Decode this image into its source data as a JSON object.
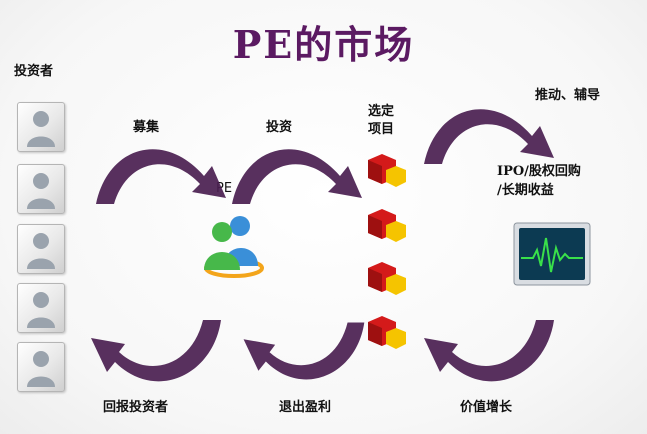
{
  "title": "PE的市场",
  "labels": {
    "investors": "投资者",
    "fundraise": "募集",
    "invest": "投资",
    "select_line1": "选定",
    "select_line2": "项目",
    "promote": "推动、辅导",
    "pe": "PE",
    "exit_line1": "IPO/股权回购",
    "exit_line2": "/长期收益",
    "return_investors": "回报投资者",
    "exit_profit": "退出盈利",
    "value_growth": "价值增长"
  },
  "colors": {
    "title": "#5b1a62",
    "arrow_dark": "#4a1e50",
    "arrow_light": "#a98bb0",
    "cube_red": "#d41a1a",
    "cube_yellow": "#f5c400",
    "monitor_screen": "#0c3a52",
    "monitor_wave": "#39e04a"
  },
  "icons": {
    "investor": "person-icon",
    "pe": "messenger-people-icon",
    "project": "cube-icon",
    "exit": "monitor-chart-icon"
  },
  "investor_count": 5,
  "project_count": 4
}
